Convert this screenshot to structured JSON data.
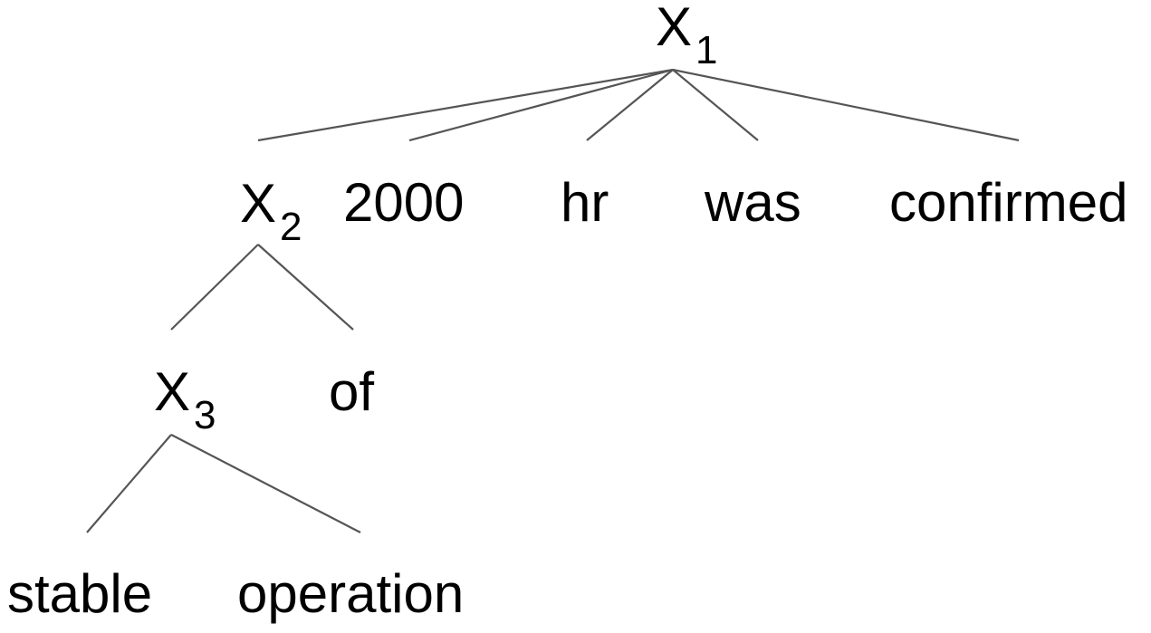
{
  "tree": {
    "nodes": {
      "x1": {
        "symbol": "X",
        "index": "1"
      },
      "x2": {
        "symbol": "X",
        "index": "2"
      },
      "x3": {
        "symbol": "X",
        "index": "3"
      }
    },
    "words": {
      "w2000": "2000",
      "hr": "hr",
      "was": "was",
      "confirmed": "confirmed",
      "of": "of",
      "stable": "stable",
      "operation": "operation"
    },
    "edges": [
      {
        "parent": "x1",
        "child": "x2"
      },
      {
        "parent": "x1",
        "child": "w2000"
      },
      {
        "parent": "x1",
        "child": "hr"
      },
      {
        "parent": "x1",
        "child": "was"
      },
      {
        "parent": "x1",
        "child": "confirmed"
      },
      {
        "parent": "x2",
        "child": "x3"
      },
      {
        "parent": "x2",
        "child": "of"
      },
      {
        "parent": "x3",
        "child": "stable"
      },
      {
        "parent": "x3",
        "child": "operation"
      }
    ]
  }
}
